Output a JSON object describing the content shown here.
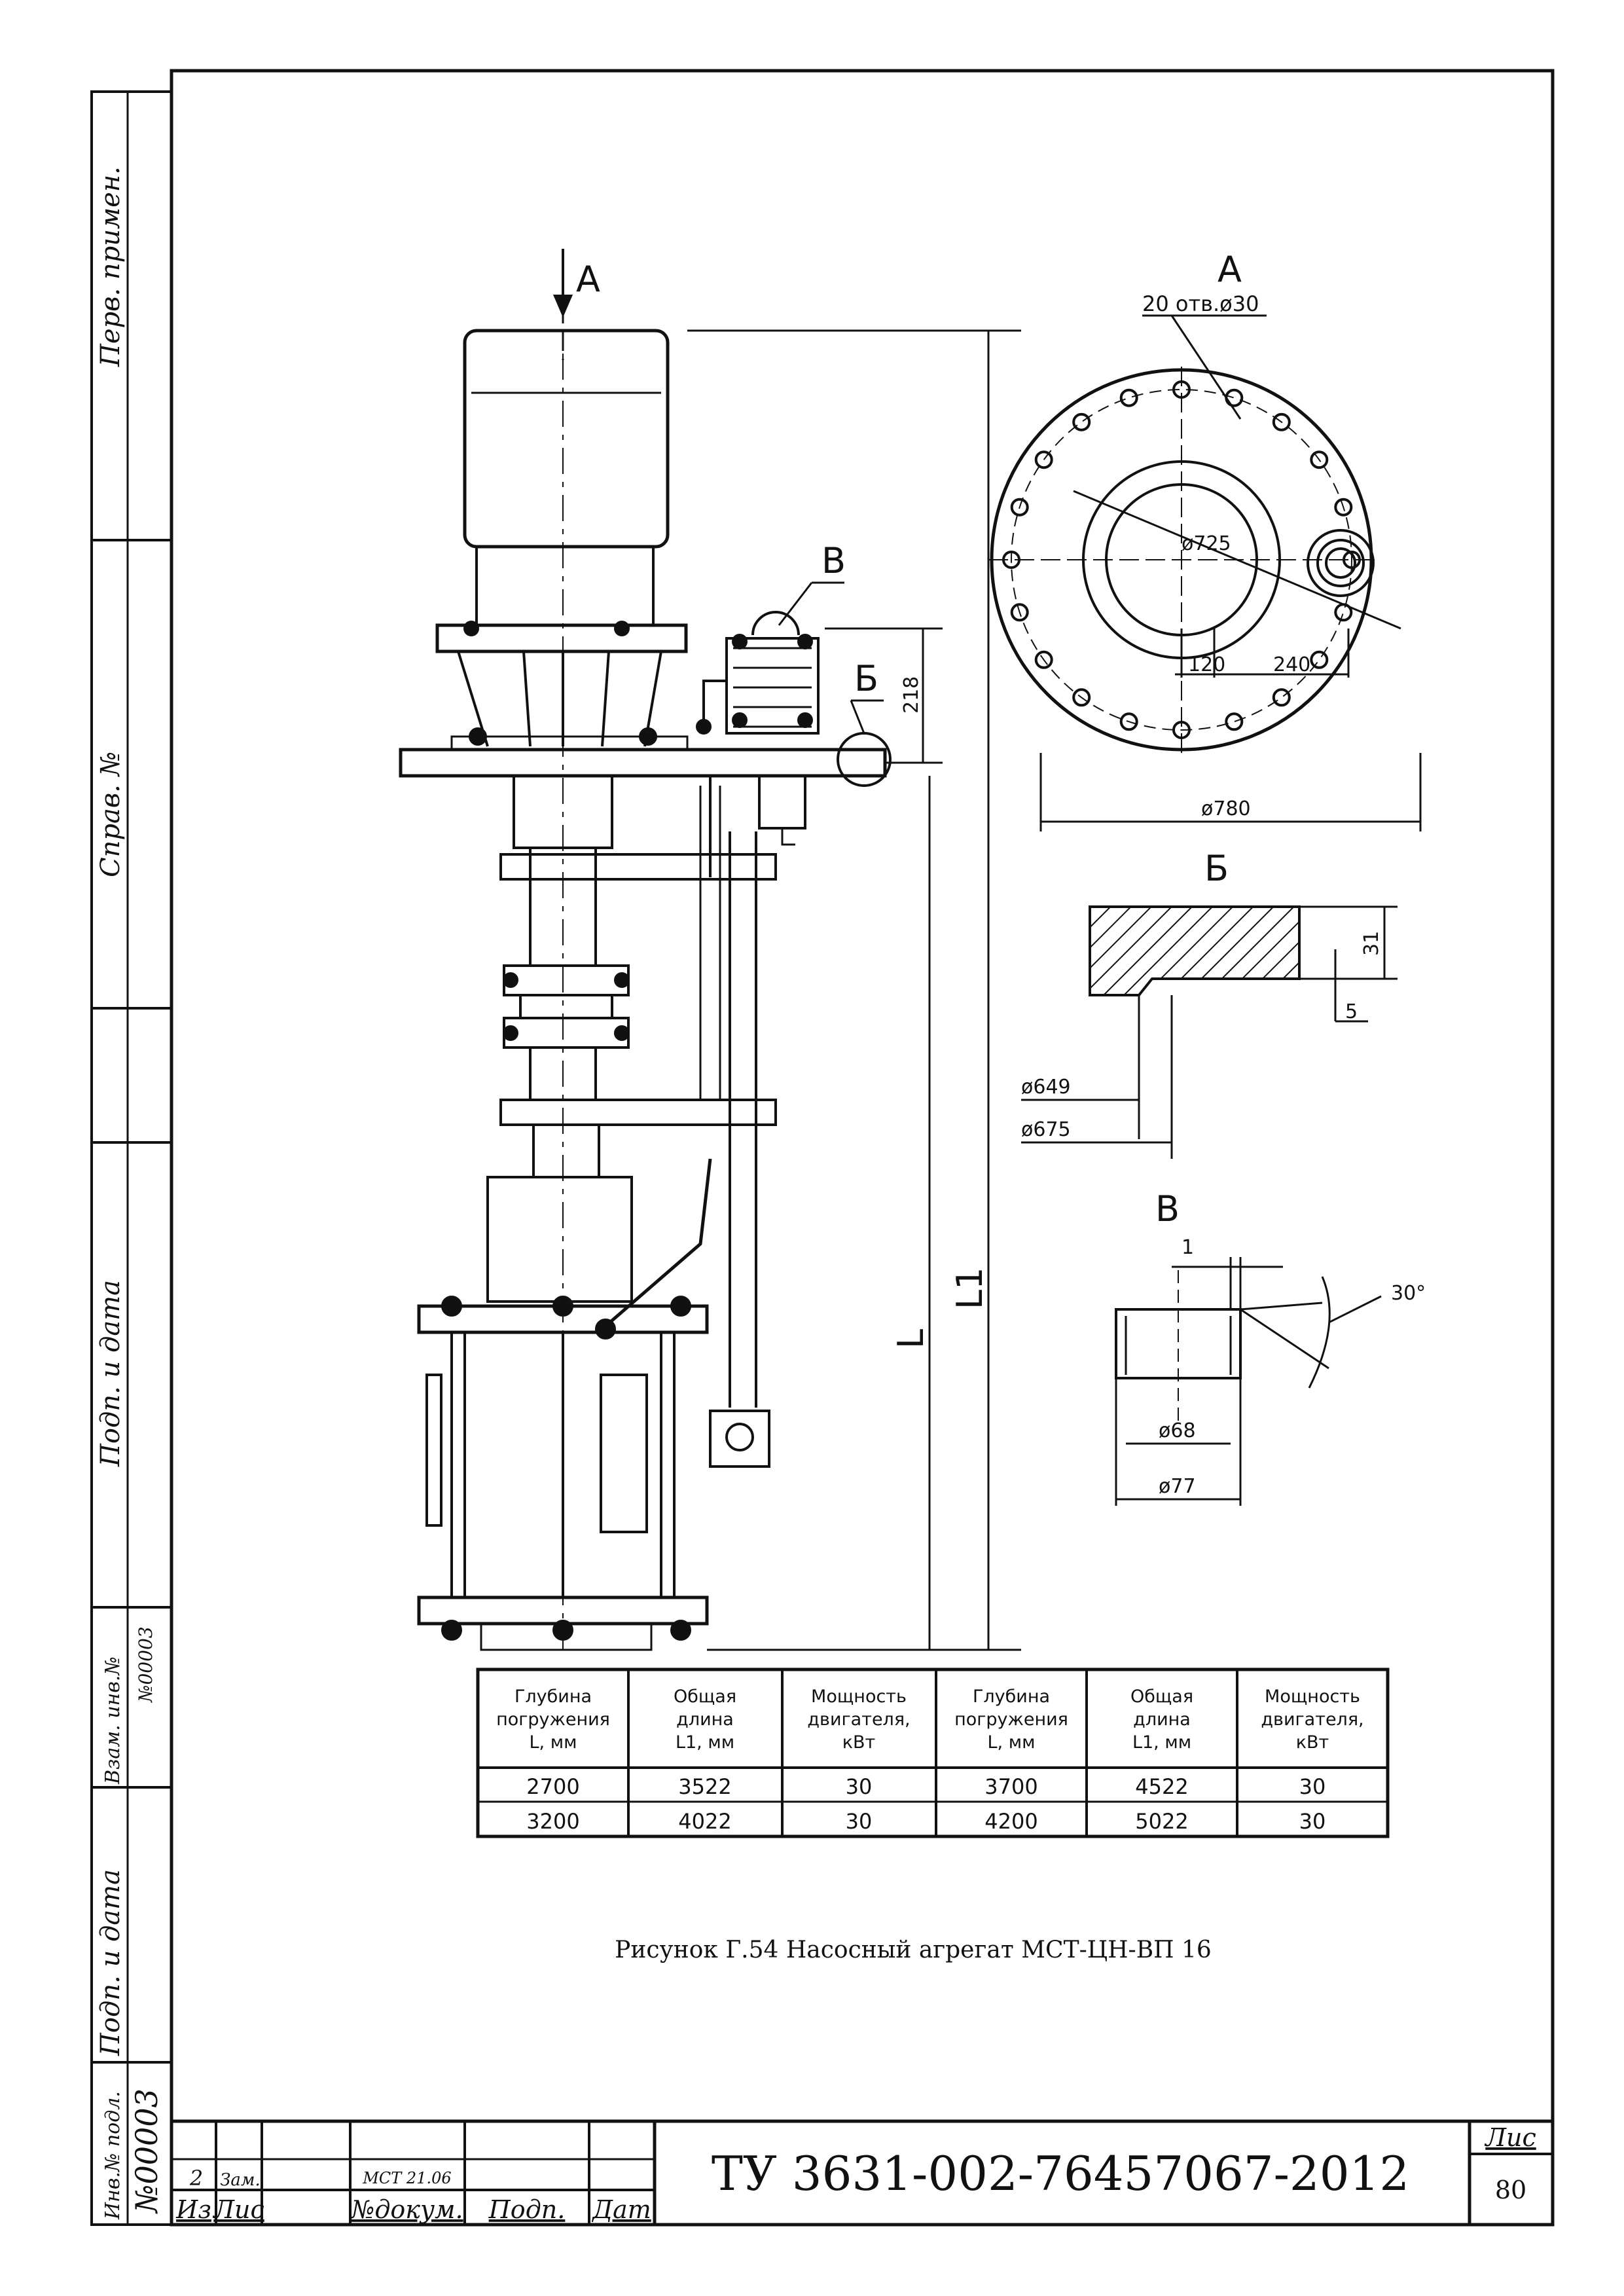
{
  "side_stamp": {
    "perv_primen": "Перв. примен.",
    "sprav_no": "Справ. №",
    "podp_data_1": "Подп. и дата",
    "vzam_inv": "Взам. инв.№",
    "vzam_inv_value": "№00003",
    "podp_data_2": "Подп. и дата",
    "inv_podl": "Инв.№ подл.",
    "inv_podl_value": "№00003"
  },
  "drawing": {
    "view_a_arrow_label": "А",
    "view_a_title": "А",
    "holes_note": "20 отв.ø30",
    "dia_725": "ø725",
    "dim_120": "120",
    "dim_240": "240",
    "dia_780": "ø780",
    "dim_218": "218",
    "label_b_leader": "Б",
    "label_v_leader": "В",
    "dim_L": "L",
    "dim_L1": "L1",
    "detail_b_title": "Б",
    "dim_31": "31",
    "dim_5": "5",
    "dia_649": "ø649",
    "dia_675": "ø675",
    "detail_v_title": "В",
    "dim_1": "1",
    "angle_30": "30°",
    "dia_68": "ø68",
    "dia_77": "ø77"
  },
  "table": {
    "headers": [
      [
        "Глубина",
        "погружения",
        "L, мм"
      ],
      [
        "Общая",
        "длина",
        "L1, мм"
      ],
      [
        "Мощность",
        "двигателя,",
        "кВт"
      ],
      [
        "Глубина",
        "погружения",
        "L, мм"
      ],
      [
        "Общая",
        "длина",
        "L1, мм"
      ],
      [
        "Мощность",
        "двигателя,",
        "кВт"
      ]
    ],
    "rows": [
      [
        "2700",
        "3522",
        "30",
        "3700",
        "4522",
        "30"
      ],
      [
        "3200",
        "4022",
        "30",
        "4200",
        "5022",
        "30"
      ]
    ]
  },
  "caption": "Рисунок Г.54 Насосный агрегат МСТ-ЦН-ВП 16",
  "title_block": {
    "izm": "2",
    "lis": "Зам.",
    "doc_no": "МСТ 21.06",
    "col_izm": "Из",
    "col_lis": "Лис",
    "col_doc": "№докум.",
    "col_podp": "Подп.",
    "col_date": "Дат",
    "doc_code": "ТУ 3631-002-76457067-2012",
    "sheet_label": "Лис",
    "sheet_no": "80"
  }
}
